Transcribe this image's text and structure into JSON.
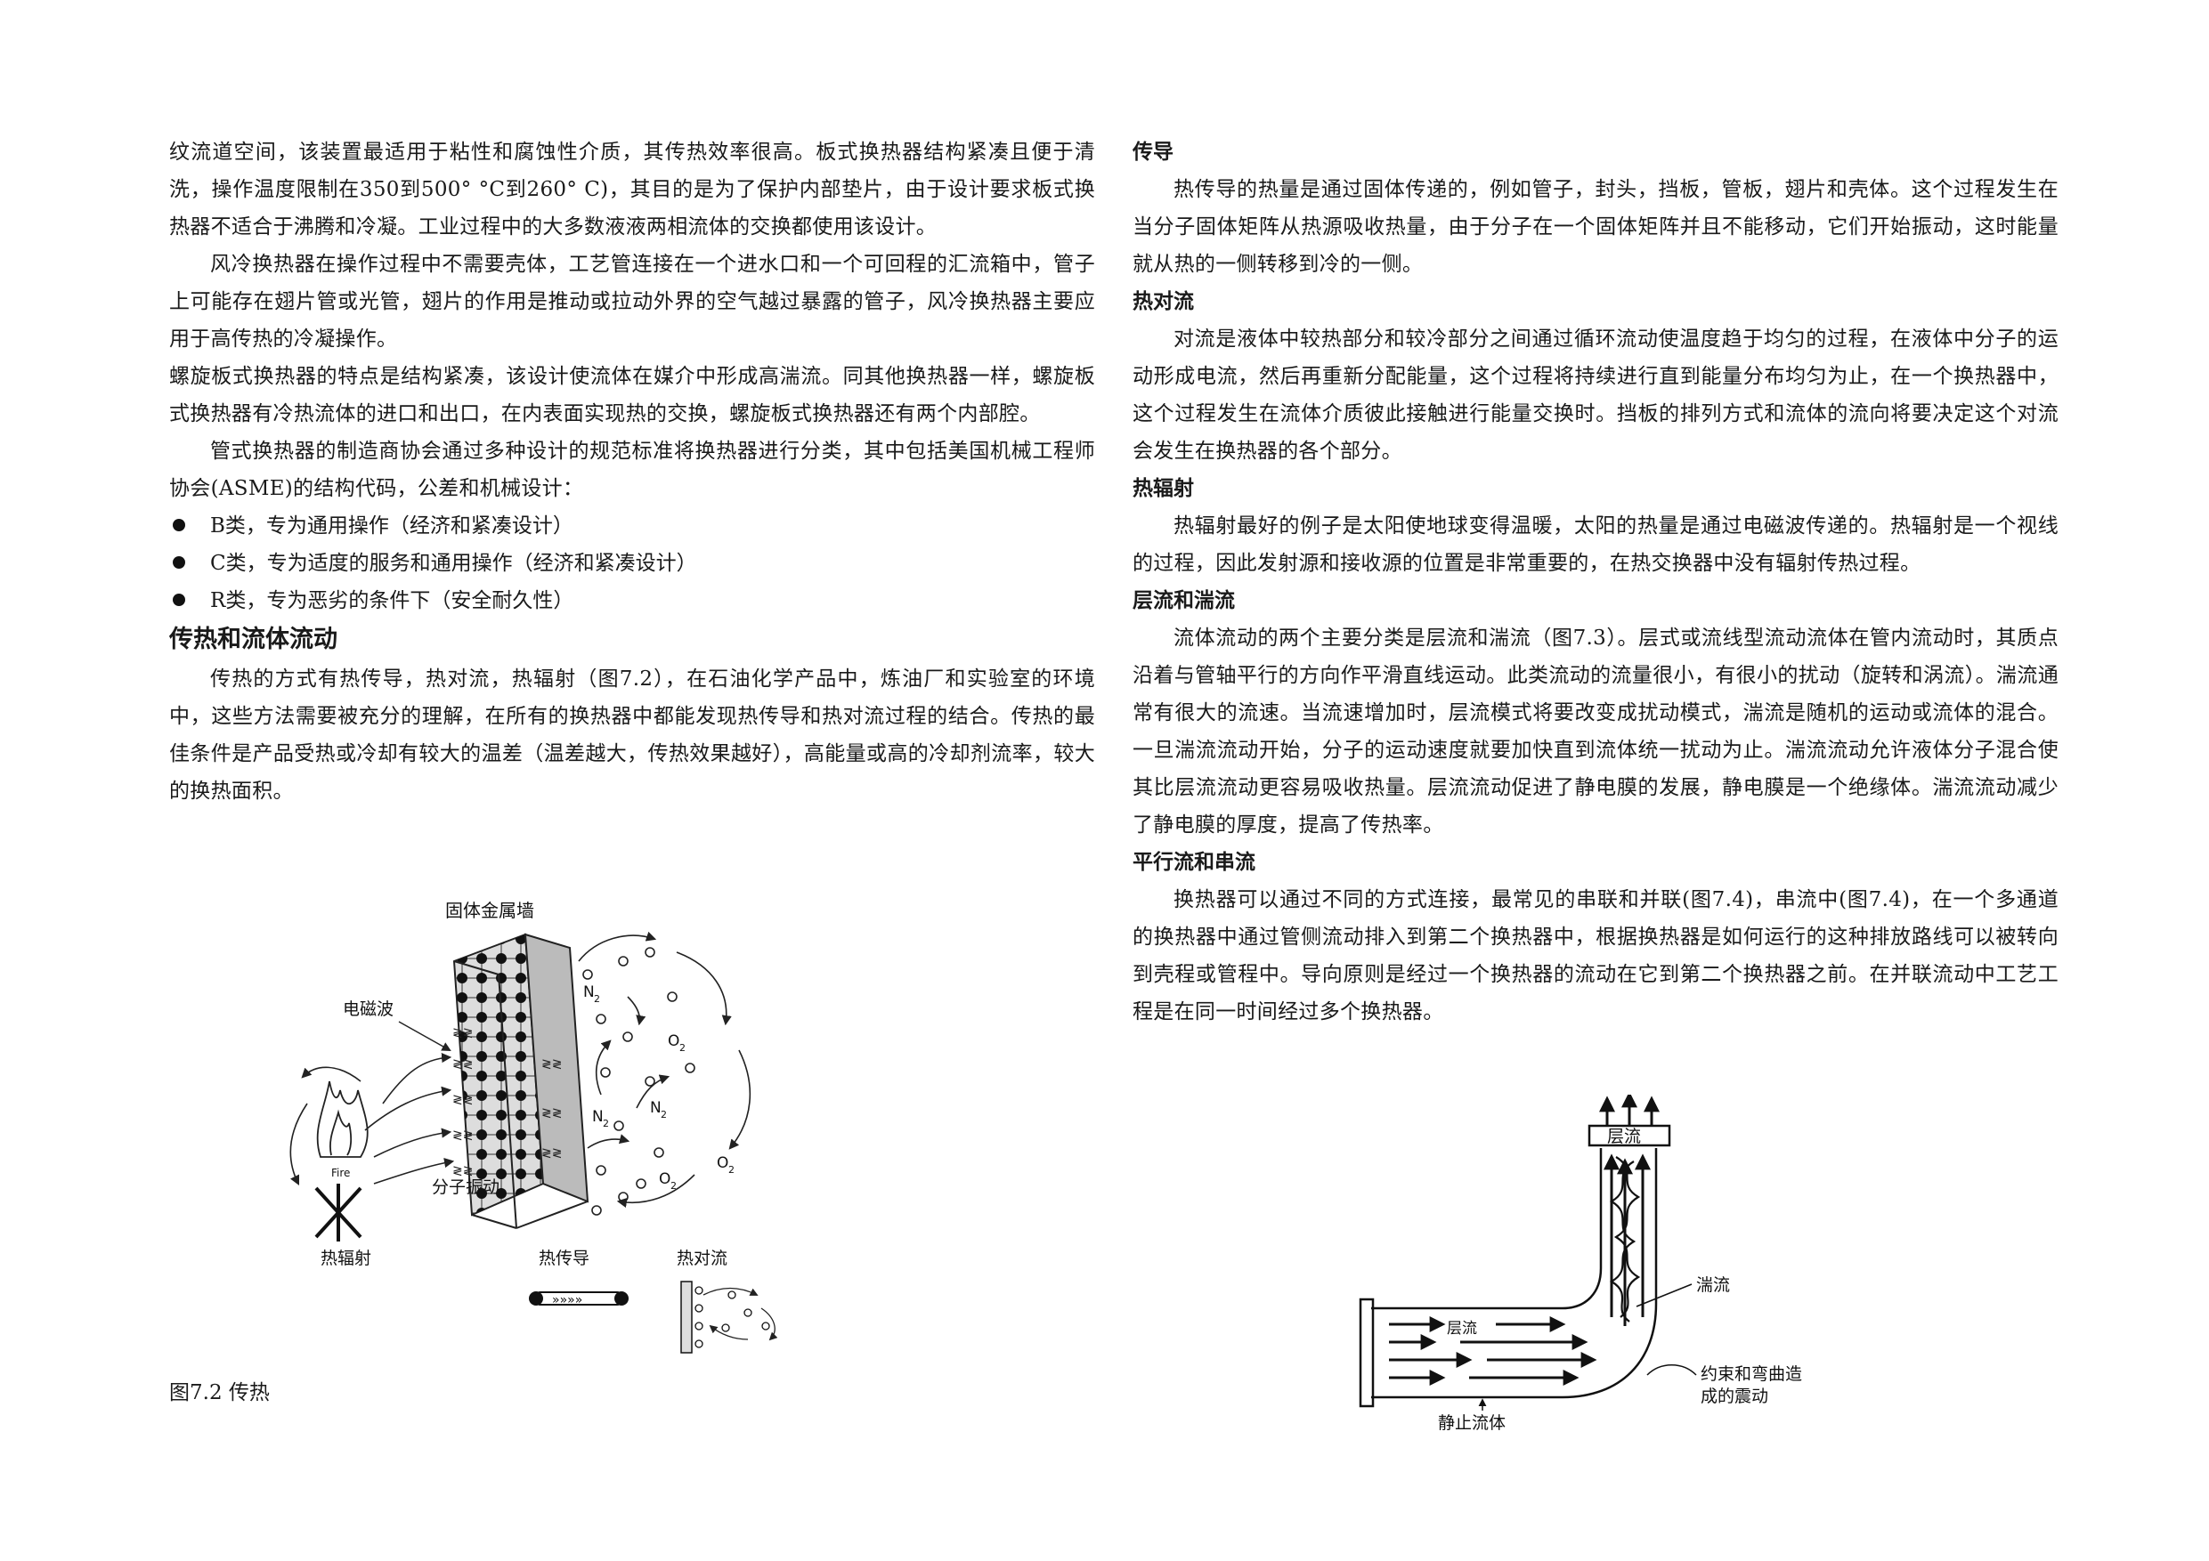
{
  "left": {
    "p1": "纹流道空间，该装置最适用于粘性和腐蚀性介质，其传热效率很高。板式换热器结构紧凑且便于清洗，操作温度限制在350到500° °C到260° C)，其目的是为了保护内部垫片，由于设计要求板式换热器不适合于沸腾和冷凝。工业过程中的大多数液液两相流体的交换都使用该设计。",
    "p2": "风冷换热器在操作过程中不需要壳体，工艺管连接在一个进水口和一个可回程的汇流箱中，管子上可能存在翅片管或光管，翅片的作用是推动或拉动外界的空气越过暴露的管子，风冷换热器主要应用于高传热的冷凝操作。",
    "p3": "螺旋板式换热器的特点是结构紧凑，该设计使流体在媒介中形成高湍流。同其他换热器一样，螺旋板式换热器有冷热流体的进口和出口，在内表面实现热的交换，螺旋板式换热器还有两个内部腔。",
    "p4": "管式换热器的制造商协会通过多种设计的规范标准将换热器进行分类，其中包括美国机械工程师协会(ASME)的结构代码，公差和机械设计：",
    "bullets": [
      "B类，专为通用操作（经济和紧凑设计）",
      "C类，专为适度的服务和通用操作（经济和紧凑设计）",
      "R类，专为恶劣的条件下（安全耐久性）"
    ],
    "section_title": "传热和流体流动",
    "p5": "传热的方式有热传导，热对流，热辐射（图7.2），在石油化学产品中，炼油厂和实验室的环境中，这些方法需要被充分的理解，在所有的换热器中都能发现热传导和热对流过程的结合。传热的最佳条件是产品受热或冷却有较大的温差（温差越大，传热效果越好），高能量或高的冷却剂流率，较大的换热面积。",
    "figure": {
      "label_wall": "固体金属墙",
      "label_em": "电磁波",
      "label_fire": "Fire",
      "label_vibration": "分子振动",
      "label_radiation": "热辐射",
      "label_conduction": "热传导",
      "label_convection": "热对流",
      "label_n2": "N",
      "label_o2": "O",
      "sub2": "2"
    },
    "caption": "图7.2 传热"
  },
  "right": {
    "h_conduction": "传导",
    "p_conduction": "热传导的热量是通过固体传递的，例如管子，封头，挡板，管板，翅片和壳体。这个过程发生在当分子固体矩阵从热源吸收热量，由于分子在一个固体矩阵并且不能移动，它们开始振动，这时能量就从热的一侧转移到冷的一侧。",
    "h_convection": "热对流",
    "p_convection": "对流是液体中较热部分和较冷部分之间通过循环流动使温度趋于均匀的过程，在液体中分子的运动形成电流，然后再重新分配能量，这个过程将持续进行直到能量分布均匀为止，在一个换热器中，这个过程发生在流体介质彼此接触进行能量交换时。挡板的排列方式和流体的流向将要决定这个对流会发生在换热器的各个部分。",
    "h_radiation": "热辐射",
    "p_radiation": "热辐射最好的例子是太阳使地球变得温暖，太阳的热量是通过电磁波传递的。热辐射是一个视线的过程，因此发射源和接收源的位置是非常重要的，在热交换器中没有辐射传热过程。",
    "h_flow": "层流和湍流",
    "p_flow": "流体流动的两个主要分类是层流和湍流（图7.3）。层式或流线型流动流体在管内流动时，其质点沿着与管轴平行的方向作平滑直线运动。此类流动的流量很小，有很小的扰动（旋转和涡流）。湍流通常有很大的流速。当流速增加时，层流模式将要改变成扰动模式，湍流是随机的运动或流体的混合。一旦湍流流动开始，分子的运动速度就要加快直到流体统一扰动为止。湍流流动允许液体分子混合使其比层流流动更容易吸收热量。层流流动促进了静电膜的发展，静电膜是一个绝缘体。湍流流动减少了静电膜的厚度，提高了传热率。",
    "h_parallel": "平行流和串流",
    "p_parallel": "换热器可以通过不同的方式连接，最常见的串联和并联(图7.4)，串流中(图7.4)，在一个多通道的换热器中通过管侧流动排入到第二个换热器中，根据换热器是如何运行的这种排放路线可以被转向到壳程或管程中。导向原则是经过一个换热器的流动在它到第二个换热器之前。在并联流动中工艺工程是在同一时间经过多个换热器。",
    "figure": {
      "label_laminar_top": "层流",
      "label_turbulent": "湍流",
      "label_laminar_bottom": "层流",
      "label_vibration_1": "约束和弯曲造",
      "label_vibration_2": "成的震动",
      "label_stagnant": "静止流体"
    }
  }
}
